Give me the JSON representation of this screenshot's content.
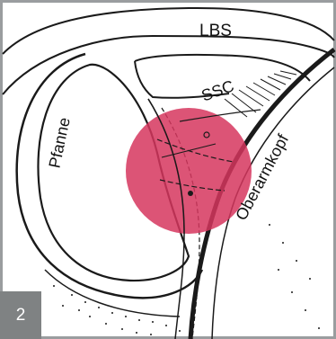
{
  "labels": {
    "lbs": "LBS",
    "ssc": "SSC",
    "pfanne": "Pfanne",
    "oberarmkopf": "Oberarmkopf"
  },
  "figure_number": "2",
  "colors": {
    "border": "#9a9d9f",
    "highlight": "#d6365e",
    "line": "#1a1a1a",
    "badge": "#7f8283"
  }
}
